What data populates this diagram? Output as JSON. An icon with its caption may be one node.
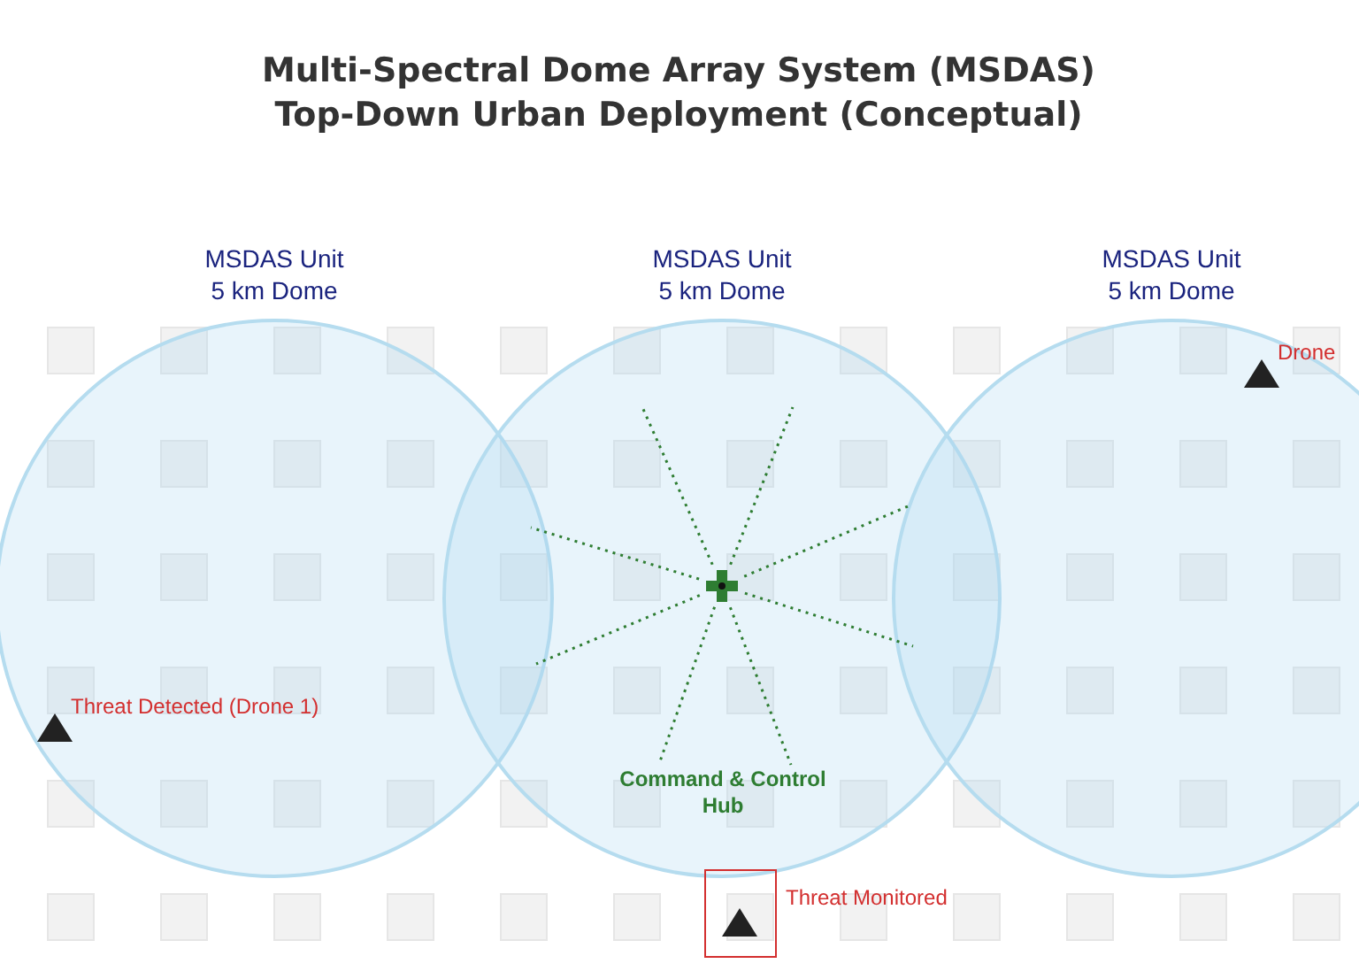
{
  "diagram": {
    "title": "Multi-Spectral Dome Array System (MSDAS) Top-Down Urban Deployment (Conceptual)",
    "nodes": [
      {
        "text": [
          "MSDAS Unit 5 km Dome"
        ]
      },
      {
        "text": [
          "MSDAS Unit 5 km Dome"
        ]
      },
      {
        "text": [
          "MSDAS Unit 5 km Dome"
        ]
      },
      {
        "text": [
          "Command & Control Hub"
        ],
        "in": 1
      },
      {
        "text": [
          "Threat Detected (Drone 1)"
        ],
        "in": 0
      },
      {
        "text": [
          "Drone"
        ],
        "in": 2
      },
      {
        "text": [
          "Threat Monitored"
        ]
      }
    ],
    "edges": []
  }
}
